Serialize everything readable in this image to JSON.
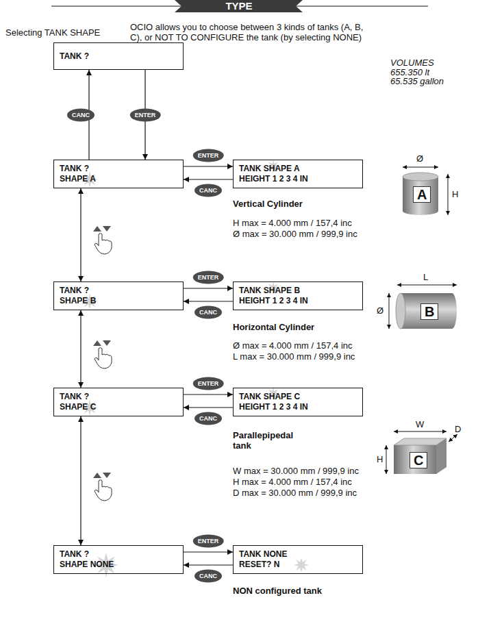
{
  "diagram": {
    "title": "TYPE",
    "nodes": [
      {
        "text": [
          "TANK ?"
        ]
      },
      {
        "text": [
          "TANK ?",
          "SHAPE A"
        ]
      },
      {
        "text": [
          "TANK SHAPE A",
          "HEIGHT 1 2 3 4 IN"
        ]
      },
      {
        "text": [
          "TANK ?",
          "SHAPE B"
        ]
      },
      {
        "text": [
          "TANK SHAPE B",
          "HEIGHT 1 2 3 4 IN"
        ]
      },
      {
        "text": [
          "TANK ?",
          "SHAPE C"
        ]
      },
      {
        "text": [
          "TANK SHAPE C",
          "HEIGHT 1 2 3 4 IN"
        ]
      },
      {
        "text": [
          "TANK ?",
          "SHAPE NONE"
        ]
      },
      {
        "text": [
          "TANK NONE",
          "RESET? N"
        ]
      }
    ],
    "edges": [
      {
        "from": 0,
        "to": 1,
        "arrow": "to",
        "label": "ENTER"
      },
      {
        "from": 1,
        "to": 0,
        "arrow": "to",
        "label": "CANC"
      },
      {
        "from": 1,
        "to": 2,
        "arrow": "to",
        "label": "ENTER"
      },
      {
        "from": 2,
        "to": 1,
        "arrow": "to",
        "label": "CANC"
      },
      {
        "from": 1,
        "to": 3,
        "arrow": "both"
      },
      {
        "from": 3,
        "to": 4,
        "arrow": "to",
        "label": "ENTER"
      },
      {
        "from": 4,
        "to": 3,
        "arrow": "to",
        "label": "CANC"
      },
      {
        "from": 3,
        "to": 5,
        "arrow": "both"
      },
      {
        "from": 5,
        "to": 6,
        "arrow": "to",
        "label": "ENTER"
      },
      {
        "from": 6,
        "to": 5,
        "arrow": "to",
        "label": "CANC"
      },
      {
        "from": 5,
        "to": 7,
        "arrow": "both"
      },
      {
        "from": 7,
        "to": 8,
        "arrow": "to",
        "label": "ENTER"
      },
      {
        "from": 8,
        "to": 7,
        "arrow": "to",
        "label": "CANC"
      }
    ],
    "labels": [
      "Selecting TANK SHAPE",
      "OCIO allows you to choose between 3 kinds of tanks (A, B, C), or NOT TO CONFIGURE the tank (by selecting NONE)",
      "VOLUMES",
      "655.350 lt",
      "65.535 gallon",
      "Vertical Cylinder",
      "H max = 4.000 mm / 157,4 inc",
      "Ø max = 30.000 mm / 999,9 inc",
      "Horizontal Cylinder",
      "Ø max = 4.000 mm / 157,4 inc",
      "L max = 30.000 mm / 999,9 inc",
      "Parallepipedal tank",
      "W max = 30.000 mm / 999,9 inc",
      "H max = 4.000 mm / 157,4 inc",
      "D max = 30.000 mm / 999,9 inc",
      "NON configured tank",
      "Ø",
      "H",
      "A",
      "L",
      "Ø",
      "B",
      "W",
      "D",
      "H",
      "C"
    ]
  }
}
